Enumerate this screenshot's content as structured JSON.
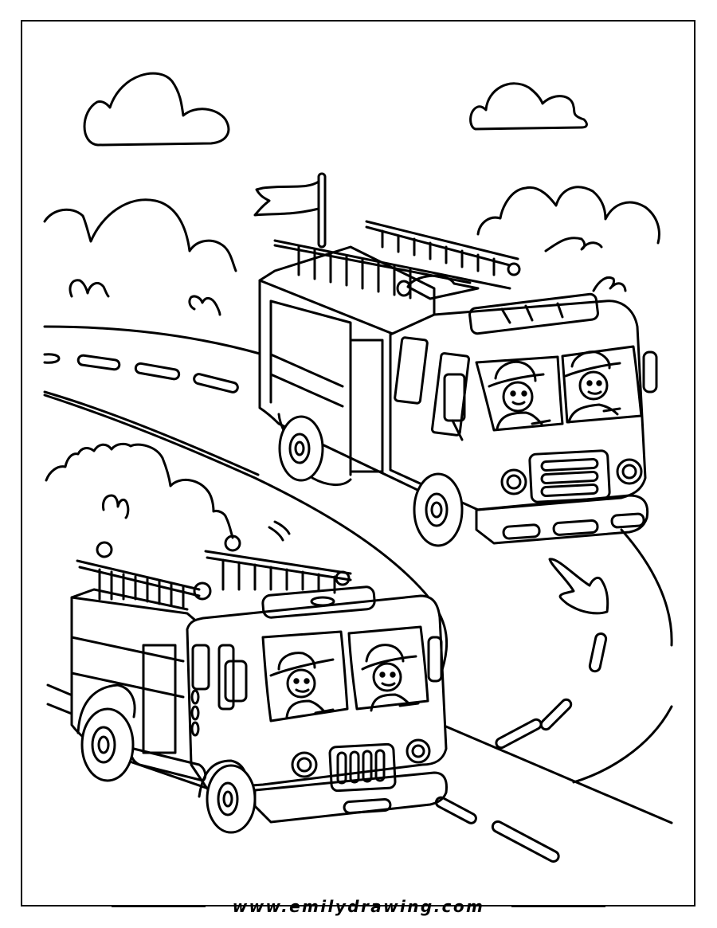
{
  "page": {
    "type": "coloring-page",
    "subject": "Two fire trucks with firefighters driving on a winding road",
    "line_color": "#000000",
    "background_color": "#ffffff"
  },
  "scene": {
    "elements": [
      {
        "name": "cloud",
        "count": 2
      },
      {
        "name": "bush",
        "count": 3
      },
      {
        "name": "flag",
        "count": 1
      },
      {
        "name": "fire-truck",
        "count": 2
      },
      {
        "name": "firefighter",
        "count": 4
      },
      {
        "name": "road",
        "count": 1
      }
    ]
  },
  "footer": {
    "website": "www.emilydrawing.com"
  }
}
